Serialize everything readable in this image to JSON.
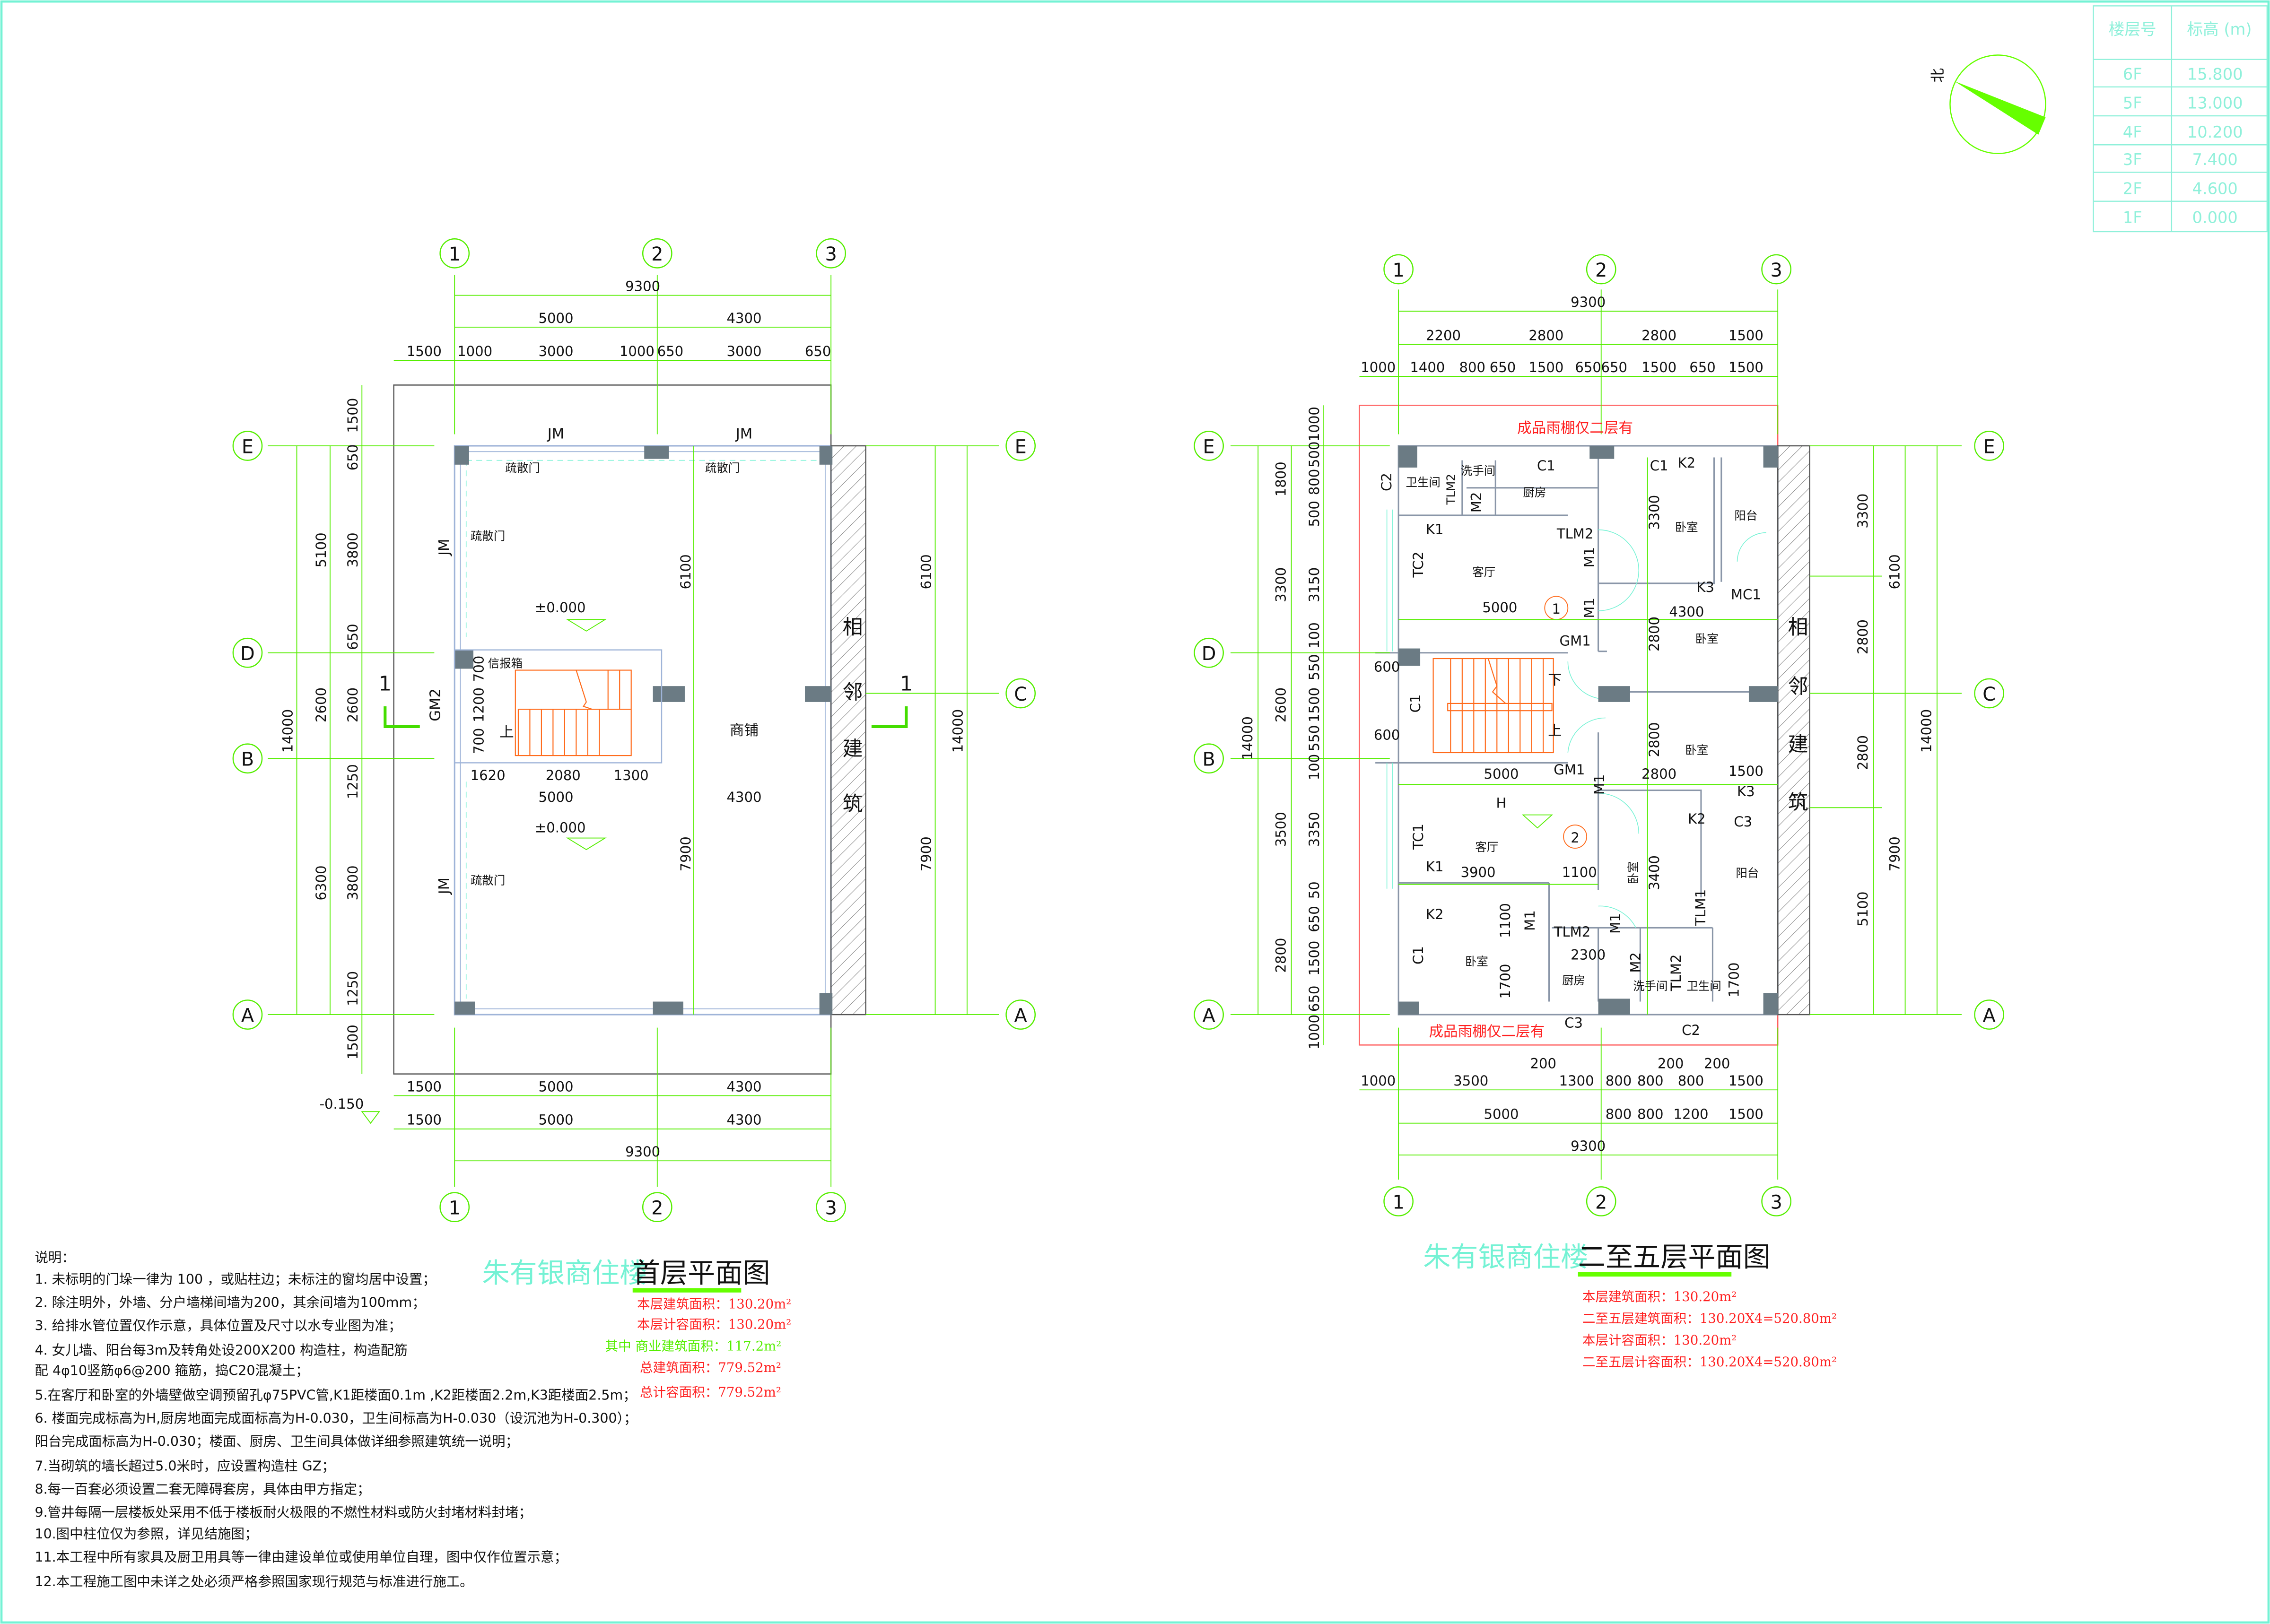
{
  "elevation_table": {
    "header_floor": "楼层号",
    "header_elev": "标高 (m)",
    "rows": [
      [
        "6F",
        "15.800"
      ],
      [
        "5F",
        "13.000"
      ],
      [
        "4F",
        "10.200"
      ],
      [
        "3F",
        "7.400"
      ],
      [
        "2F",
        "4.600"
      ],
      [
        "1F",
        "0.000"
      ]
    ]
  },
  "north_label": "北",
  "grid": {
    "cols": [
      "1",
      "2",
      "3"
    ],
    "rows": [
      "E",
      "D",
      "C",
      "B",
      "A"
    ]
  },
  "ground": {
    "title_prefix": "朱有银商住楼",
    "title": "首层平面图",
    "areas": [
      "本层建筑面积：130.20m²",
      "本层计容面积：130.20m²",
      "其中  商业建筑面积：117.2m²",
      "总建筑面积：779.52m²",
      "总计容面积：779.52m²"
    ],
    "dims_top": [
      "9300",
      "5000",
      "4300",
      "1500",
      "1000",
      "3000",
      "1000",
      "650",
      "3000",
      "650"
    ],
    "dims_left": [
      "1500",
      "650",
      "3800",
      "650",
      "2600",
      "1250",
      "3800",
      "1250",
      "1500",
      "5100",
      "2600",
      "6300",
      "14000"
    ],
    "dims_right": [
      "6100",
      "7900",
      "14000"
    ],
    "dims_bottom": [
      "1500",
      "5000",
      "4300",
      "1500",
      "5000",
      "4300",
      "9300"
    ],
    "labels": [
      "JM",
      "JM",
      "疏散门",
      "疏散门",
      "JM",
      "疏散门",
      "±0.000",
      "信报箱",
      "GM2",
      "上",
      "商铺",
      "±0.000",
      "JM",
      "疏散门",
      "相",
      "邻",
      "建",
      "筑",
      "-0.150",
      "1",
      "1",
      "1620",
      "2080",
      "1300",
      "5000",
      "4300",
      "700",
      "1200",
      "700",
      "6100",
      "7900"
    ]
  },
  "upper": {
    "title_prefix": "朱有银商住楼",
    "title": "二至五层平面图",
    "areas": [
      "本层建筑面积：130.20m²",
      "二至五层建筑面积：130.20X4=520.80m²",
      "本层计容面积：130.20m²",
      "二至五层计容面积：130.20X4=520.80m²"
    ],
    "canopy_note": "成品雨棚仅二层有",
    "dims_top": [
      "9300",
      "2200",
      "2800",
      "2800",
      "1500",
      "1000",
      "1400",
      "800",
      "650",
      "1500",
      "650",
      "650",
      "1500",
      "650",
      "1500"
    ],
    "dims_left": [
      "1000",
      "500",
      "800",
      "500",
      "3150",
      "100",
      "550",
      "1500",
      "550",
      "100",
      "3350",
      "50",
      "650",
      "1500",
      "650",
      "1000",
      "1800",
      "3300",
      "2600",
      "3500",
      "2800",
      "14000"
    ],
    "dims_right": [
      "3300",
      "2800",
      "2800",
      "5100",
      "6100",
      "7900",
      "14000"
    ],
    "dims_bottom": [
      "200",
      "200",
      "200",
      "1000",
      "3500",
      "1300",
      "800",
      "800",
      "800",
      "1500",
      "5000",
      "800",
      "800",
      "1200",
      "1500",
      "9300"
    ],
    "labels": [
      "卫生间",
      "TLM2",
      "洗手间",
      "M2",
      "C1",
      "厨房",
      "C1",
      "K2",
      "3300",
      "卧室",
      "阳台",
      "C2",
      "K1",
      "TLM2",
      "TC2",
      "客厅",
      "M1",
      "5000",
      "1",
      "M1",
      "K3",
      "MC1",
      "4300",
      "GM1",
      "2800",
      "卧室",
      "600",
      "下",
      "C1",
      "上",
      "600",
      "2800",
      "卧室",
      "5000",
      "GM1",
      "M1",
      "2800",
      "1500",
      "K3",
      "H",
      "2",
      "TC1",
      "客厅",
      "K2",
      "C3",
      "K1",
      "3900",
      "1100",
      "卧室",
      "3400",
      "阳台",
      "TLM1",
      "K2",
      "1100",
      "M1",
      "TLM2",
      "M1",
      "C1",
      "卧室",
      "2300",
      "1700",
      "M2",
      "厨房",
      "洗手间",
      "TLM2",
      "卫生间",
      "1700",
      "C3",
      "C2",
      "相",
      "邻",
      "建",
      "筑"
    ]
  },
  "notes": {
    "heading": "说明：",
    "lines": [
      "1. 未标明的门垛一律为 100 ，或贴柱边；未标注的窗均居中设置；",
      "2. 除注明外，外墙、分户墙梯间墙为200，其余间墙为100mm；",
      "3. 给排水管位置仅作示意，具体位置及尺寸以水专业图为准；",
      "4. 女儿墙、阳台每3m及转角处设200X200 构造柱，构造配筋",
      "   配 4φ10竖筋φ6@200 箍筋，捣C20混凝土；",
      "5.在客厅和卧室的外墙壁做空调预留孔φ75PVC管,K1距楼面0.1m ,K2距楼面2.2m,K3距楼面2.5m；",
      "6.  楼面完成标高为H,厨房地面完成面标高为H-0.030，卫生间标高为H-0.030（设沉池为H-0.300）；",
      "    阳台完成面标高为H-0.030；楼面、厨房、卫生间具体做详细参照建筑统一说明；",
      "7.当砌筑的墙长超过5.0米时，应设置构造柱 GZ；",
      "8.每一百套必须设置二套无障碍套房，具体由甲方指定；",
      "9.管井每隔一层楼板处采用不低于楼板耐火极限的不燃性材料或防火封堵材料封堵；",
      "10.图中柱位仅为参照，详见结施图；",
      "11.本工程中所有家具及厨卫用具等一律由建设单位或使用单位自理，图中仅作位置示意；",
      "12.本工程施工图中未详之处必须严格参照国家现行规范与标准进行施工。"
    ]
  },
  "colors": {
    "dim": "#55ee00",
    "wall": "#9fb4d8",
    "column": "#6b7b84",
    "stair": "#ff6a1a",
    "accent_cyan": "#74f2d4",
    "area_red": "#ff2020"
  }
}
